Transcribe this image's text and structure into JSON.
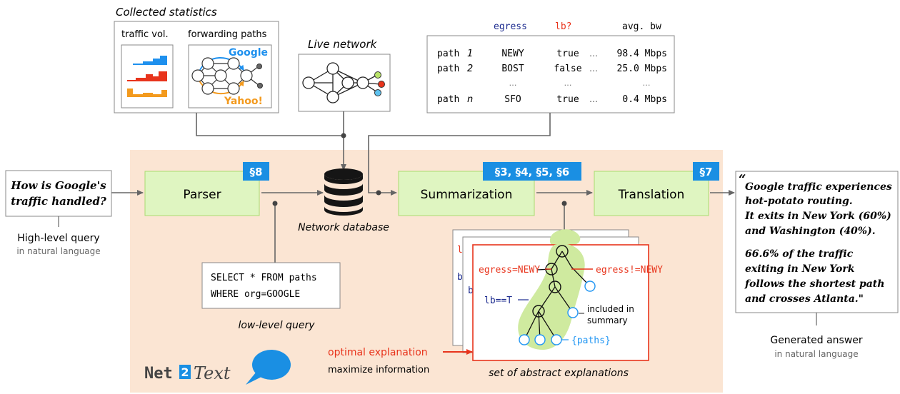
{
  "stats": {
    "title": "Collected statistics",
    "traffic_label": "traffic vol.",
    "paths_label": "forwarding paths",
    "google": "Google",
    "yahoo": "Yahoo!"
  },
  "live_network": {
    "title": "Live network"
  },
  "table": {
    "headers": {
      "egress": "egress",
      "lb": "lb?",
      "bw": "avg. bw"
    },
    "rows": [
      {
        "path": "path",
        "idx": "1",
        "egress": "NEWY",
        "lb": "true",
        "dots": "…",
        "bw": "98.4 Mbps"
      },
      {
        "path": "path",
        "idx": "2",
        "egress": "BOST",
        "lb": "false",
        "dots": "…",
        "bw": "25.0 Mbps"
      },
      {
        "path": "",
        "idx": "",
        "egress": "…",
        "lb": "…",
        "dots": "",
        "bw": "…"
      },
      {
        "path": "path",
        "idx": "n",
        "egress": "SFO",
        "lb": "true",
        "dots": "…",
        "bw": "0.4 Mbps"
      }
    ]
  },
  "query": {
    "line1": "How is Google's",
    "line2": "traffic handled?",
    "caption": "High-level query",
    "subcaption": "in natural language"
  },
  "parser": {
    "label": "Parser",
    "section": "§8"
  },
  "database": {
    "caption": "Network database"
  },
  "summarization": {
    "label": "Summarization",
    "section": "§3, §4, §5, §6"
  },
  "translation": {
    "label": "Translation",
    "section": "§7"
  },
  "sql": {
    "line1": "SELECT * FROM paths",
    "line2": "WHERE org=GOOGLE",
    "caption": "low-level query"
  },
  "explanations": {
    "egress_eq": "egress=NEWY",
    "egress_neq": "egress!=NEWY",
    "lb": "lb==T",
    "included1": "included in",
    "included2": "summary",
    "paths": "{paths}",
    "back_letter1": "l",
    "back_letter2": "b",
    "back_letter3": "b",
    "caption": "set of abstract explanations"
  },
  "optimal": {
    "line1": "optimal explanation",
    "line2": "maximize information"
  },
  "brand": {
    "net": "Net",
    "two": "2",
    "text": "Text"
  },
  "answer": {
    "line1": "Google traffic experiences",
    "line2": "hot-potato routing.",
    "line3": "It exits in New York (60%)",
    "line4": "and Washington (40%).",
    "line5": "66.6% of the traffic",
    "line6": "exiting in New York",
    "line7": "follows the shortest path",
    "line8": "and crosses Atlanta.\"",
    "caption": "Generated answer",
    "subcaption": "in natural language"
  },
  "colors": {
    "panel": "#fbe5d3",
    "box_green": "#dff5c1",
    "section_blue": "#1a8fe3",
    "red": "#e8341c",
    "navy": "#1c2b8f",
    "blue_node": "#2196f3",
    "google_blue": "#1e90ee",
    "yahoo_orange": "#f39a1e"
  }
}
